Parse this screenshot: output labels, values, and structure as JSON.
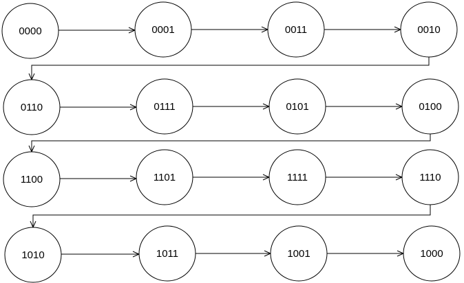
{
  "diagram": {
    "rows": [
      [
        "0000",
        "0001",
        "0011",
        "0010"
      ],
      [
        "0110",
        "0111",
        "0101",
        "0100"
      ],
      [
        "1100",
        "1101",
        "1111",
        "1110"
      ],
      [
        "1010",
        "1011",
        "1001",
        "1000"
      ]
    ]
  }
}
